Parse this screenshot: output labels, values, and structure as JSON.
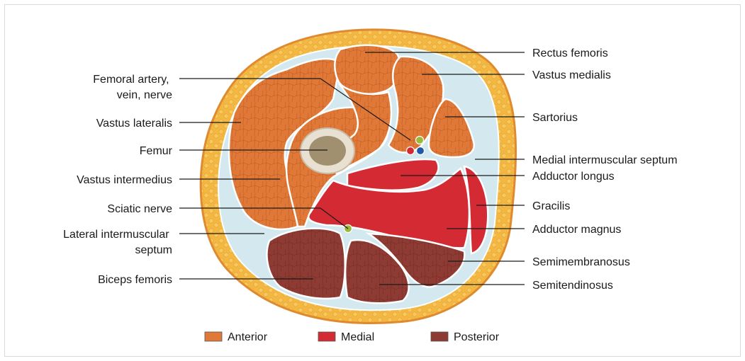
{
  "colors": {
    "fat": "#f4b842",
    "skin": "#e8923a",
    "fascia": "#d3e8ef",
    "anterior": "#e07838",
    "medial": "#d42a33",
    "posterior": "#8e3b33",
    "bone": "#a09070",
    "artery": "#d42a33",
    "vein": "#1e5aa8",
    "nerve": "#9ab83a"
  },
  "labels_left": [
    {
      "id": "femoral",
      "lines": [
        "Femoral artery,",
        "vein, nerve"
      ]
    },
    {
      "id": "vastus-lateralis",
      "lines": [
        "Vastus lateralis"
      ]
    },
    {
      "id": "femur",
      "lines": [
        "Femur"
      ]
    },
    {
      "id": "vastus-intermedius",
      "lines": [
        "Vastus intermedius"
      ]
    },
    {
      "id": "sciatic",
      "lines": [
        "Sciatic nerve"
      ]
    },
    {
      "id": "lateral-septum",
      "lines": [
        "Lateral intermuscular",
        "septum"
      ]
    },
    {
      "id": "biceps",
      "lines": [
        "Biceps femoris"
      ]
    }
  ],
  "labels_right": [
    {
      "id": "rectus",
      "lines": [
        "Rectus femoris"
      ]
    },
    {
      "id": "vastus-medialis",
      "lines": [
        "Vastus medialis"
      ]
    },
    {
      "id": "sartorius",
      "lines": [
        "Sartorius"
      ]
    },
    {
      "id": "medial-septum",
      "lines": [
        "Medial intermuscular septum"
      ]
    },
    {
      "id": "adductor-longus",
      "lines": [
        "Adductor longus"
      ]
    },
    {
      "id": "gracilis",
      "lines": [
        "Gracilis"
      ]
    },
    {
      "id": "adductor-magnus",
      "lines": [
        "Adductor magnus"
      ]
    },
    {
      "id": "semimembranosus",
      "lines": [
        "Semimembranosus"
      ]
    },
    {
      "id": "semitendinosus",
      "lines": [
        "Semitendinosus"
      ]
    }
  ],
  "legend": [
    {
      "label": "Anterior",
      "color": "#e07838"
    },
    {
      "label": "Medial",
      "color": "#d42a33"
    },
    {
      "label": "Posterior",
      "color": "#8e3b33"
    }
  ]
}
